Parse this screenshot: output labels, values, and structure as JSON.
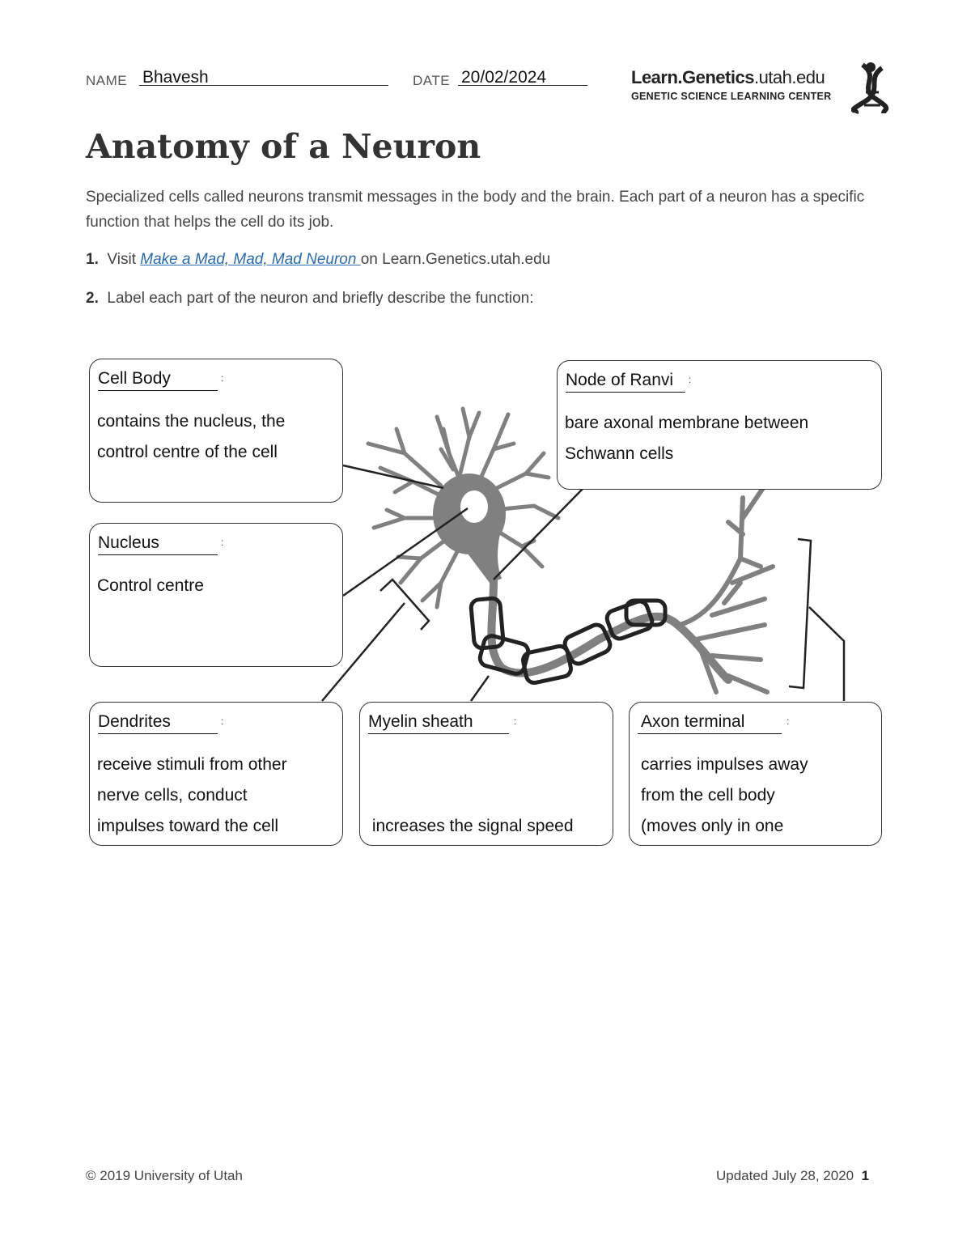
{
  "header": {
    "name_label": "NAME",
    "name_value": "Bhavesh",
    "date_label": "DATE",
    "date_value": "20/02/2024",
    "logo_brand_bold": "Learn.Genetics",
    "logo_brand_light": ".utah.edu",
    "logo_subtitle": "GENETIC SCIENCE LEARNING CENTER"
  },
  "title": "Anatomy of a Neuron",
  "intro": "Specialized cells called neurons transmit messages in the body and the brain. Each part of a neuron has a specific function that helps the cell do its job.",
  "steps": [
    {
      "number": "1.",
      "prefix": "Visit ",
      "link_text": "Make a Mad, Mad, Mad Neuron ",
      "suffix": "on Learn.Genetics.utah.edu"
    },
    {
      "number": "2.",
      "text": "Label each part of the neuron and briefly describe the function:"
    }
  ],
  "labels": {
    "cell_body": {
      "name": "Cell Body",
      "colon": ":",
      "desc": [
        "contains the nucleus, the",
        "control centre of the cell"
      ]
    },
    "node_of_ranvier": {
      "name": "Node of Ranvi",
      "colon": ":",
      "desc": [
        "bare axonal membrane between",
        "Schwann cells"
      ]
    },
    "nucleus": {
      "name": "Nucleus",
      "colon": ":",
      "desc": [
        "Control centre"
      ]
    },
    "dendrites": {
      "name": "Dendrites",
      "colon": ":",
      "desc": [
        "receive stimuli from other",
        "nerve cells, conduct",
        "impulses toward the cell"
      ]
    },
    "myelin_sheath": {
      "name": "Myelin sheath",
      "colon": ":",
      "desc": [
        " increases the signal speed"
      ]
    },
    "axon_terminal": {
      "name": "Axon terminal",
      "colon": ":",
      "desc": [
        "carries impulses away",
        "from the cell body",
        "(moves only in one"
      ]
    }
  },
  "colors": {
    "neuron_gray": "#808080",
    "link_blue": "#2a6cb4"
  },
  "footer": {
    "copyright": "© 2019 University of Utah",
    "updated": "Updated July 28, 2020",
    "page": "1"
  }
}
